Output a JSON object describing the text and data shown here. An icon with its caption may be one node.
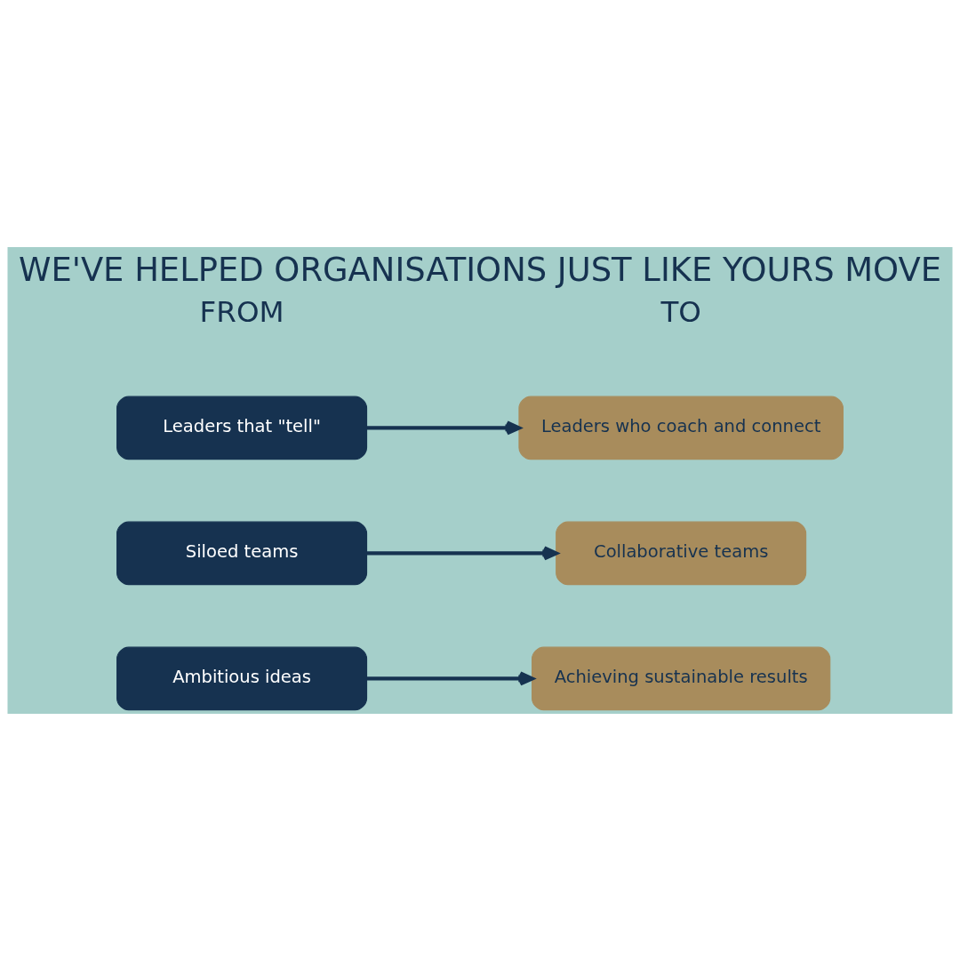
{
  "diagram": {
    "title": "WE'VE HELPED ORGANISATIONS JUST LIKE YOURS MOVE",
    "nodes": [
      {
        "text": [
          "Leaders that \"tell\""
        ]
      },
      {
        "text": [
          "Leaders who coach and connect"
        ]
      },
      {
        "text": [
          "Siloed teams"
        ]
      },
      {
        "text": [
          "Collaborative teams"
        ]
      },
      {
        "text": [
          "Ambitious ideas"
        ]
      },
      {
        "text": [
          "Achieving sustainable results"
        ]
      }
    ],
    "edges": [
      {
        "from": 0,
        "to": 1,
        "arrow": "to"
      },
      {
        "from": 2,
        "to": 3,
        "arrow": "to"
      },
      {
        "from": 4,
        "to": 5,
        "arrow": "to"
      }
    ],
    "labels": [
      "FROM",
      "TO"
    ]
  }
}
